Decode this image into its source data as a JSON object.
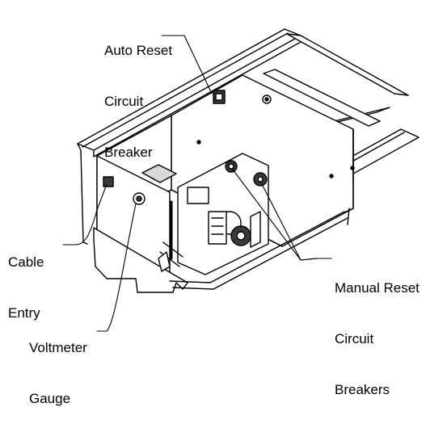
{
  "callouts": {
    "auto_reset": {
      "lines": [
        "Auto Reset",
        "Circuit",
        "Breaker"
      ]
    },
    "cable_entry": {
      "lines": [
        "Cable",
        "Entry"
      ]
    },
    "voltmeter": {
      "lines": [
        "Voltmeter",
        "Gauge"
      ]
    },
    "manual_reset": {
      "lines": [
        "Manual Reset",
        "Circuit",
        "Breakers"
      ]
    }
  },
  "colors": {
    "line": "#000000",
    "fill": "#ffffff",
    "shade": "#d9d9d9",
    "dark": "#3a3a3a"
  }
}
